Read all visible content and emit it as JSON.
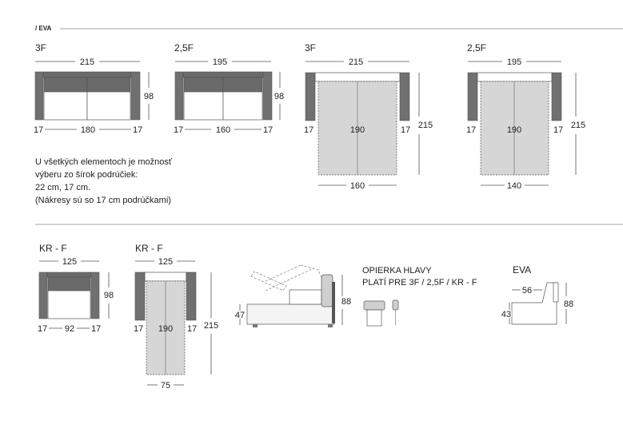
{
  "header": {
    "title": "/ EVA"
  },
  "row1": {
    "m1": {
      "label": "3F",
      "width": "215",
      "depth": "98",
      "arm_left": "17",
      "inner": "180",
      "arm_right": "17"
    },
    "m2": {
      "label": "2,5F",
      "width": "195",
      "depth": "98",
      "arm_left": "17",
      "inner": "160",
      "arm_right": "17"
    },
    "m3": {
      "label": "3F",
      "width": "215",
      "length": "215",
      "arm_left": "17",
      "bed_length": "190",
      "arm_right": "17",
      "bed_width": "160"
    },
    "m4": {
      "label": "2,5F",
      "width": "195",
      "length": "215",
      "arm_left": "17",
      "bed_length": "190",
      "arm_right": "17",
      "bed_width": "140"
    }
  },
  "note": {
    "line1": "U všetkých elementoch je možnosť",
    "line2": "výberu zo šírok podrúčiek:",
    "line3": "22 cm, 17 cm.",
    "line4": "(Nákresy sú so 17 cm podrúčkami)"
  },
  "row2": {
    "kr1": {
      "label": "KR - F",
      "width": "125",
      "depth": "98",
      "arm_left": "17",
      "inner": "92",
      "arm_right": "17"
    },
    "kr2": {
      "label": "KR - F",
      "width": "125",
      "length": "215",
      "arm_left": "17",
      "bed_length": "190",
      "arm_right": "17",
      "bed_width": "75"
    },
    "side": {
      "height_left": "47",
      "height_right": "88"
    },
    "headrest": {
      "line1": "OPIERKA HLAVY",
      "line2": "PLATÍ PRE 3F / 2,5F / KR - F"
    },
    "eva": {
      "label": "EVA",
      "seat_depth": "56",
      "seat_height": "43",
      "height": "88"
    }
  }
}
